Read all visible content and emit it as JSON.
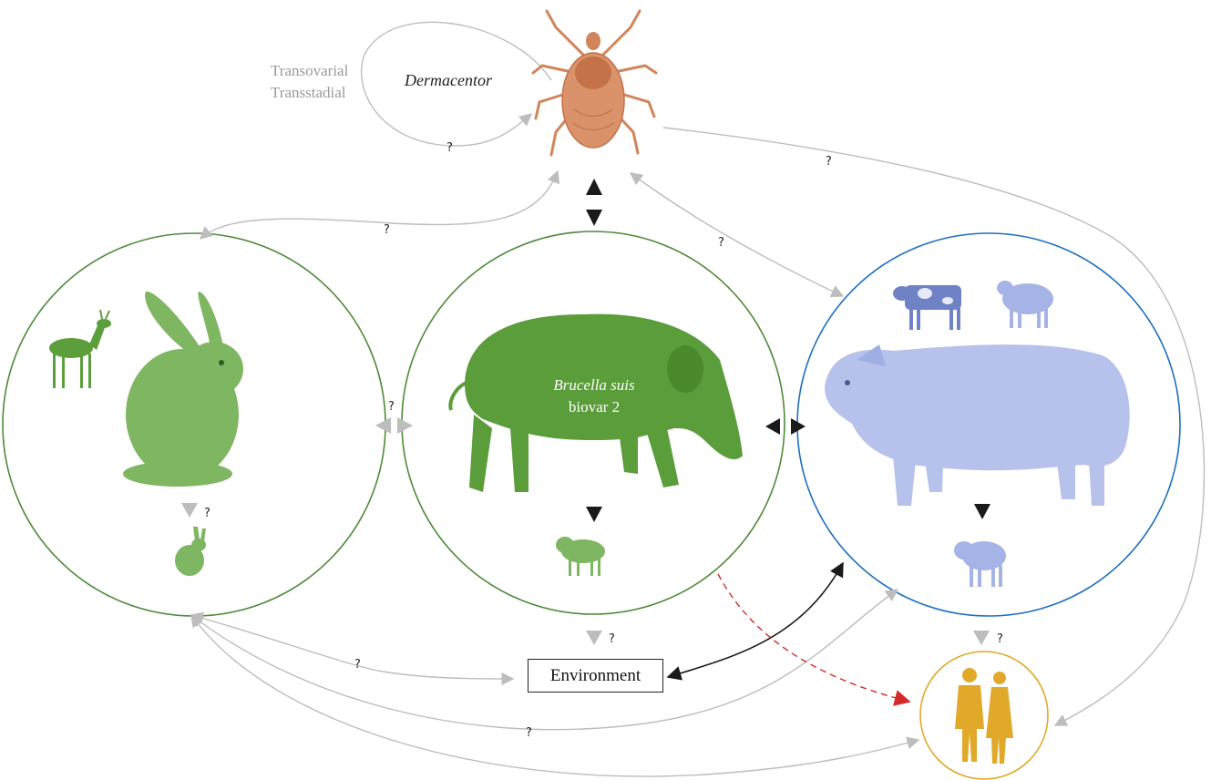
{
  "colors": {
    "tick": "#d2845a",
    "wildlife_green": "#5d9e3c",
    "wildlife_circle": "#4f8a3a",
    "domestic_blue": "#7e8ed0",
    "domestic_circle": "#1e6fbf",
    "human_gold": "#e0a92a",
    "arrow_gray": "#bdbdbd",
    "arrow_black": "#1a1a1a",
    "arrow_red": "#d42a2a"
  },
  "vector": {
    "name": "Dermacentor",
    "transmission_modes": [
      "Transovarial",
      "Transstadial"
    ],
    "icon": "tick-icon"
  },
  "reservoir": {
    "pathogen_name": "Brucella suis",
    "pathogen_biovar": "biovar 2",
    "icons": [
      "wild-boar-icon",
      "boar-piglet-icon"
    ]
  },
  "hares_circle": {
    "icons": [
      "roe-deer-icon",
      "hare-icon",
      "leveret-icon"
    ]
  },
  "domestic_circle": {
    "icons": [
      "cow-icon",
      "sheep-icon",
      "pig-icon",
      "piglet-icon"
    ]
  },
  "humans_circle": {
    "icons": [
      "human-silhouettes-icon"
    ]
  },
  "environment": {
    "label": "Environment"
  },
  "uncertain_marker": "?"
}
